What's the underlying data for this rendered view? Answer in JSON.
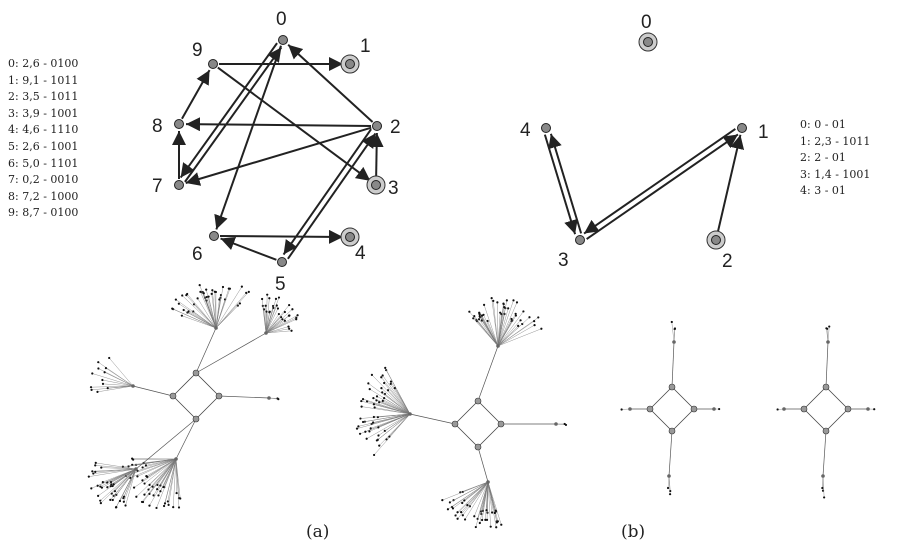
{
  "graph_a": {
    "legend": [
      "0: 2,6 - 0100",
      "1: 9,1 - 1011",
      "2: 3,5 - 1011",
      "3: 3,9 - 1001",
      "4: 4,6 - 1110",
      "5: 2,6 - 1001",
      "6: 5,0 - 1101",
      "7: 0,2 - 0010",
      "8: 7,2 - 1000",
      "9: 8,7 - 0100"
    ],
    "nodes": [
      "0",
      "1",
      "2",
      "3",
      "4",
      "5",
      "6",
      "7",
      "8",
      "9"
    ],
    "highlighted": [
      "1",
      "3",
      "4"
    ],
    "edges": [
      [
        "9",
        "1"
      ],
      [
        "9",
        "3"
      ],
      [
        "2",
        "0"
      ],
      [
        "2",
        "8"
      ],
      [
        "2",
        "7"
      ],
      [
        "3",
        "2"
      ],
      [
        "0",
        "6"
      ],
      [
        "0",
        "7"
      ],
      [
        "7",
        "0"
      ],
      [
        "7",
        "8"
      ],
      [
        "8",
        "9"
      ],
      [
        "6",
        "4"
      ],
      [
        "5",
        "6"
      ],
      [
        "2",
        "5"
      ],
      [
        "5",
        "2"
      ]
    ]
  },
  "graph_b": {
    "legend": [
      "0: 0 - 01",
      "1: 2,3 - 1011",
      "2: 2 - 01",
      "3: 1,4 - 1001",
      "4: 3 - 01"
    ],
    "nodes": [
      "0",
      "1",
      "2",
      "3",
      "4"
    ],
    "highlighted": [
      "0",
      "2"
    ],
    "edges": [
      [
        "2",
        "1"
      ],
      [
        "1",
        "3"
      ],
      [
        "3",
        "1"
      ],
      [
        "4",
        "3"
      ],
      [
        "3",
        "4"
      ]
    ]
  },
  "captions": {
    "a": "(a)",
    "b": "(b)"
  }
}
